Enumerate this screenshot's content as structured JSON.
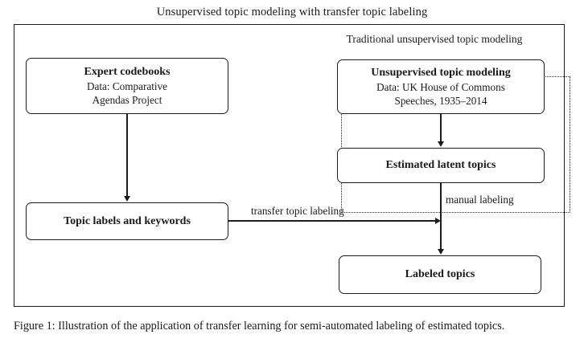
{
  "figure": {
    "title": "Unsupervised topic modeling with transfer topic labeling",
    "caption": "Figure 1: Illustration of the application of transfer learning for semi-automated labeling of estimated topics."
  },
  "group": {
    "label": "Traditional unsupervised topic modeling"
  },
  "nodes": {
    "expert_codebooks": {
      "title": "Expert codebooks",
      "line1": "Data: Comparative",
      "line2": "Agendas Project"
    },
    "unsupervised_modeling": {
      "title": "Unsupervised topic modeling",
      "line1": "Data: UK House of Commons",
      "line2": "Speeches, 1935–2014"
    },
    "estimated_latent_topics": {
      "title": "Estimated latent topics"
    },
    "topic_labels": {
      "title": "Topic labels and keywords"
    },
    "labeled_topics": {
      "title": "Labeled topics"
    }
  },
  "edges": {
    "transfer_topic_labeling": "transfer topic labeling",
    "manual_labeling": "manual labeling"
  },
  "colors": {
    "stroke": "#1c1c1c",
    "text": "#1a1a1a",
    "background": "#ffffff"
  }
}
